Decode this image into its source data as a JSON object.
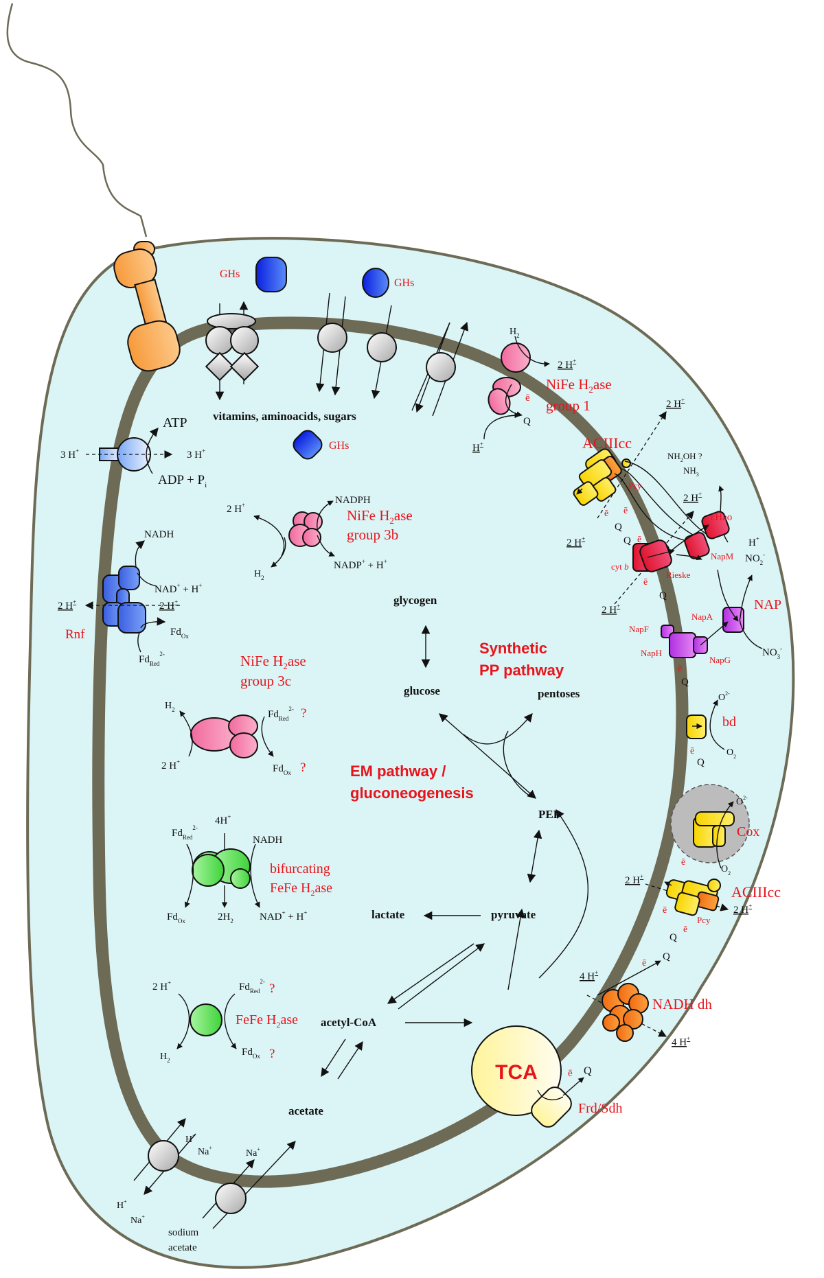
{
  "colors": {
    "cytoplasm": "#dbf4f5",
    "membrane": "#6d6a55",
    "label_red": "#e8141c",
    "text": "#111111",
    "flagellum_motor": "#f9a54a",
    "ghs_blue": "#1a3cf0",
    "rnf_blue": "#4a78e8",
    "nife_pink": "#f07aa6",
    "fefe_green": "#5ee05a",
    "aciii_yellow": "#f9e012",
    "pcy_orange": "#f58a1e",
    "cytb_red": "#e5234a",
    "nap_purple": "#c748e6",
    "nadh_dh_orange": "#f58a2a",
    "tca_yellow": "#fff6b8",
    "cox_gray": "#bcbcbc",
    "transporter_gray": "#d8d8d8"
  },
  "labels": {
    "ghs1": "GHs",
    "ghs2": "GHs",
    "ghs3": "GHs",
    "transport_products": "vitamins, aminoacids, sugars",
    "atp": "ATP",
    "adp_pi": "ADP + P",
    "adp_pi_sub": "i",
    "h3_in": "3 H",
    "h3_out": "3 H",
    "plus": "+",
    "rnf": "Rnf",
    "rnf_nadh": "NADH",
    "rnf_nad": "NAD",
    "rnf_nad_rest": " + H",
    "rnf_2h_left": "2 H",
    "rnf_2h_right": "2 H",
    "rnf_fdox": "Fd",
    "ox_sub": "Ox",
    "red_sub": "Red",
    "charge_2minus": "2-",
    "rnf_fdred": "Fd",
    "nife1_title1": "NiFe H",
    "nife1_title_sub": "2",
    "nife1_title2": "ase",
    "nife1_group": "group 1",
    "nife1_h2": "H",
    "nife1_2h": "2 H",
    "nife1_hplus": "H",
    "electron": "ē",
    "quinone": "Q",
    "nife3b_title1": "NiFe H",
    "nife3b_title2": "ase",
    "nife3b_group": "group 3b",
    "nife3b_nadph": "NADPH",
    "nife3b_nadp": "NADP",
    "nife3b_nadp_rest": " + H",
    "nife3b_2h": "2 H",
    "nife3b_h2": "H",
    "nife3c_title1": "NiFe H",
    "nife3c_title2": "ase",
    "nife3c_group": "group 3c",
    "nife3c_h2": "H",
    "nife3c_2h": "2 H",
    "nife3c_fdred": "Fd",
    "nife3c_fdox": "Fd",
    "question": "?",
    "bif_title1": "bifurcating",
    "bif_title2": "FeFe H",
    "bif_title3": "ase",
    "bif_fdred": "Fd",
    "bif_4h": "4H",
    "bif_nadh": "NADH",
    "bif_fdox": "Fd",
    "bif_2h2": "2H",
    "bif_nad": "NAD",
    "bif_nad_rest": " + H",
    "fefe_title1": "FeFe H",
    "fefe_title2": "ase",
    "fefe_2h": "2 H",
    "fefe_h2": "H",
    "fefe_fdred": "Fd",
    "fefe_fdox": "Fd",
    "glycogen": "glycogen",
    "glucose": "glucose",
    "pentoses": "pentoses",
    "pep": "PEP",
    "pyruvate": "pyruvate",
    "lactate": "lactate",
    "acetyl_coa": "acetyl-CoA",
    "acetate": "acetate",
    "synthetic_pp1": "Synthetic",
    "synthetic_pp2": "PP pathway",
    "em1": "EM pathway /",
    "em2": "gluconeogenesis",
    "tca": "TCA",
    "frd_sdh": "Frd/Sdh",
    "aciii_top": "ACIIIcc",
    "aciii_bottom": "ACIIIcc",
    "pcy": "Pcy",
    "aciii_2h_out": "2 H",
    "aciii_2h_in": "2 H",
    "nh2oh": "NH",
    "nh2oh_rest": "OH ?",
    "nh3": "NH",
    "ehao": "εHao",
    "napm": "NapM",
    "cytb": "cyt ",
    "cytb_b": "b",
    "rieske": "Rieske",
    "cyt_2h_out": "2 H",
    "cyt_2h_in": "2 H",
    "hplus": "H",
    "no2": "NO",
    "no3": "NO",
    "nap": "NAP",
    "napa": "NapA",
    "napf": "NapF",
    "naph": "NapH",
    "napg": "NapG",
    "bd": "bd",
    "o2minus": "O",
    "o2": "O",
    "cox": "Cox",
    "aciii2_2h_in": "2 H",
    "aciii2_2h_out": "2 H",
    "nadh_dh": "NADH dh",
    "nadh_4h_in": "4 H",
    "nadh_4h_out": "4 H",
    "na_h_h1": "H",
    "na_h_na1": "Na",
    "na_h_h2": "H",
    "na_h_na2": "Na",
    "symp_na": "Na",
    "sodium": "sodium",
    "acetate_ext": "acetate",
    "sub2": "2",
    "sub3": "3",
    "minus": "-",
    "charge_2m": "2-"
  }
}
